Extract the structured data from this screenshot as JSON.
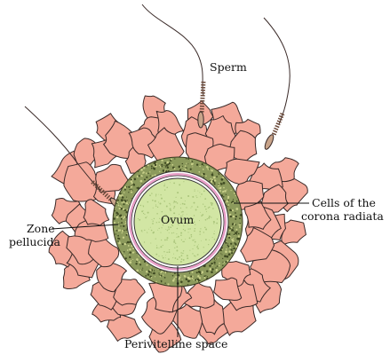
{
  "labels": {
    "sperm": "Sperm",
    "ovum": "Ovum",
    "zone_line1": "Zone",
    "zone_line2": "pellucida",
    "corona_line1": "Cells of the",
    "corona_line2": "corona radiata",
    "perivitelline": "Perivitelline space"
  },
  "colors": {
    "corona_cells": "#f4a99a",
    "corona_cell_stroke": "#3a2a28",
    "zona_pellucida": "#8c9a5c",
    "perivitelline_ring": "#e8a0c8",
    "ovum": "#d2e6a4",
    "sperm": "#c9a48a",
    "line": "#111111"
  }
}
